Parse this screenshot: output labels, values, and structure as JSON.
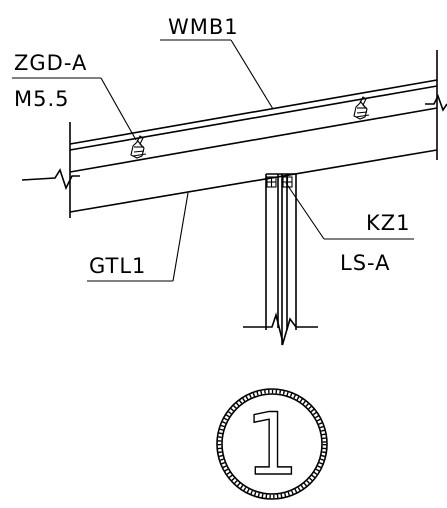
{
  "labels": {
    "wmb1": "WMB1",
    "zgd_a": "ZGD-A",
    "m5_5": "M5.5",
    "kz1": "KZ1",
    "ls_a": "LS-A",
    "gtl1": "GTL1",
    "detail_no": "1"
  },
  "colors": {
    "line": "#000000",
    "background": "#ffffff"
  }
}
